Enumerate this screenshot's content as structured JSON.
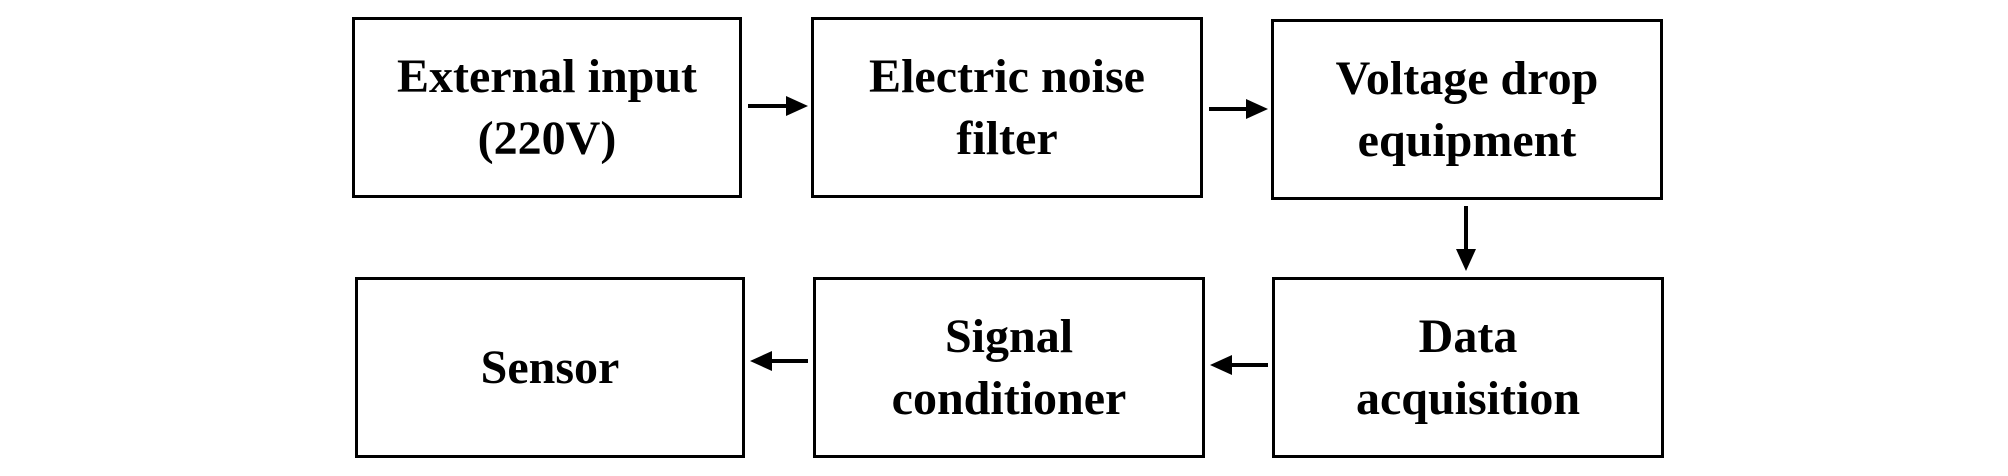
{
  "diagram": {
    "blocks": {
      "external_input": {
        "lines": [
          "External input",
          "(220V)"
        ]
      },
      "noise_filter": {
        "lines": [
          "Electric noise",
          "filter"
        ]
      },
      "voltage_drop": {
        "lines": [
          "Voltage drop",
          "equipment"
        ]
      },
      "data_acquisition": {
        "lines": [
          "Data",
          "acquisition"
        ]
      },
      "signal_conditioner": {
        "lines": [
          "Signal",
          "conditioner"
        ]
      },
      "sensor": {
        "lines": [
          "Sensor"
        ]
      }
    },
    "colors": {
      "stroke": "#000000",
      "background": "#ffffff"
    }
  }
}
